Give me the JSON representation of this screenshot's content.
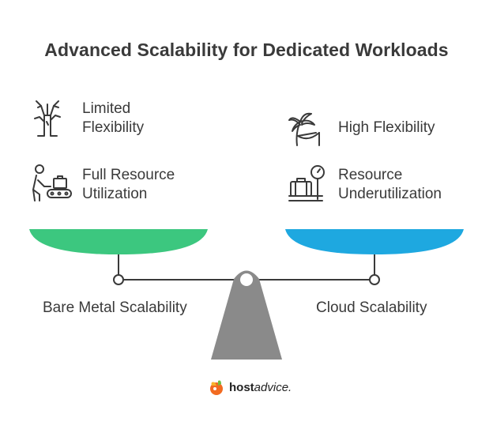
{
  "title": "Advanced Scalability for Dedicated Workloads",
  "left": {
    "label": "Bare Metal Scalability",
    "color": "#3cc77f",
    "items": [
      {
        "line1": "Limited",
        "line2": "Flexibility",
        "icon": "dead-tree-icon"
      },
      {
        "line1": "Full Resource",
        "line2": "Utilization",
        "icon": "worker-conveyor-icon"
      }
    ]
  },
  "right": {
    "label": "Cloud Scalability",
    "color": "#1ea8e0",
    "items": [
      {
        "line1": "High Flexibility",
        "icon": "palm-hammock-icon"
      },
      {
        "line1": "Resource",
        "line2": "Underutilization",
        "icon": "luggage-scale-icon"
      }
    ]
  },
  "logo": {
    "bold": "host",
    "rest": "advice."
  }
}
